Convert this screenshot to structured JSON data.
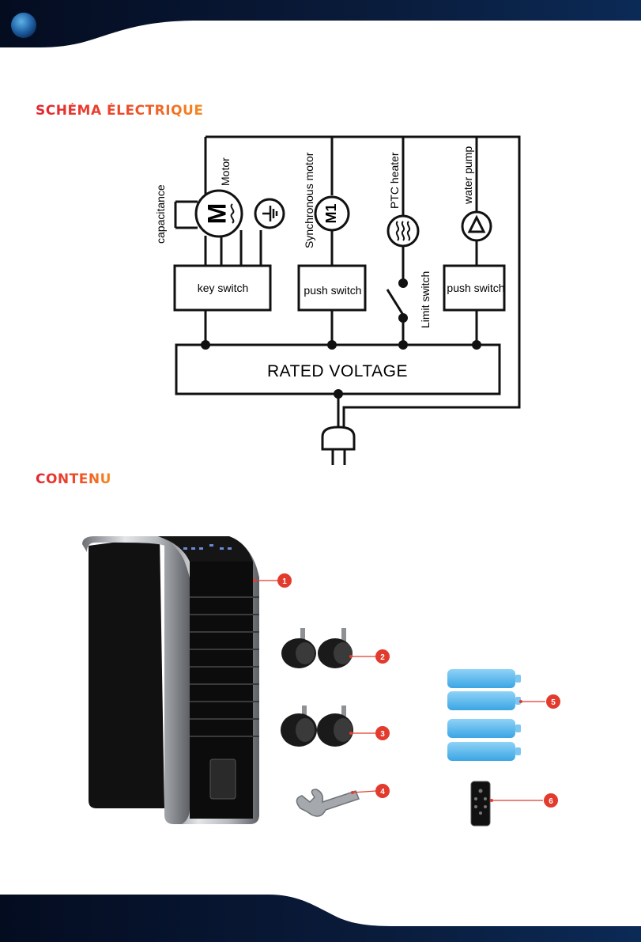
{
  "sections": {
    "schematic_title": "SCHÉMA ÉLECTRIQUE",
    "contents_title": "CONTENU"
  },
  "diagram": {
    "motor_label": "Motor",
    "motor_symbol": "M",
    "capacitance_label": "capacitance",
    "sync_motor_label": "Synchronous motor",
    "sync_motor_symbol": "M1",
    "ptc_label": "PTC heater",
    "pump_label": "water pump",
    "key_switch": "key switch",
    "push_switch_1": "push switch",
    "push_switch_2": "push switch",
    "limit_switch": "Limit switch",
    "rated_voltage": "RATED VOLTAGE"
  },
  "contents": {
    "callouts": [
      "1",
      "2",
      "3",
      "4",
      "5",
      "6"
    ]
  },
  "colors": {
    "navy": "#0a1c3c",
    "title_red": "#e4262f",
    "title_orange": "#f58a1f",
    "callout_red": "#e23b2e"
  }
}
